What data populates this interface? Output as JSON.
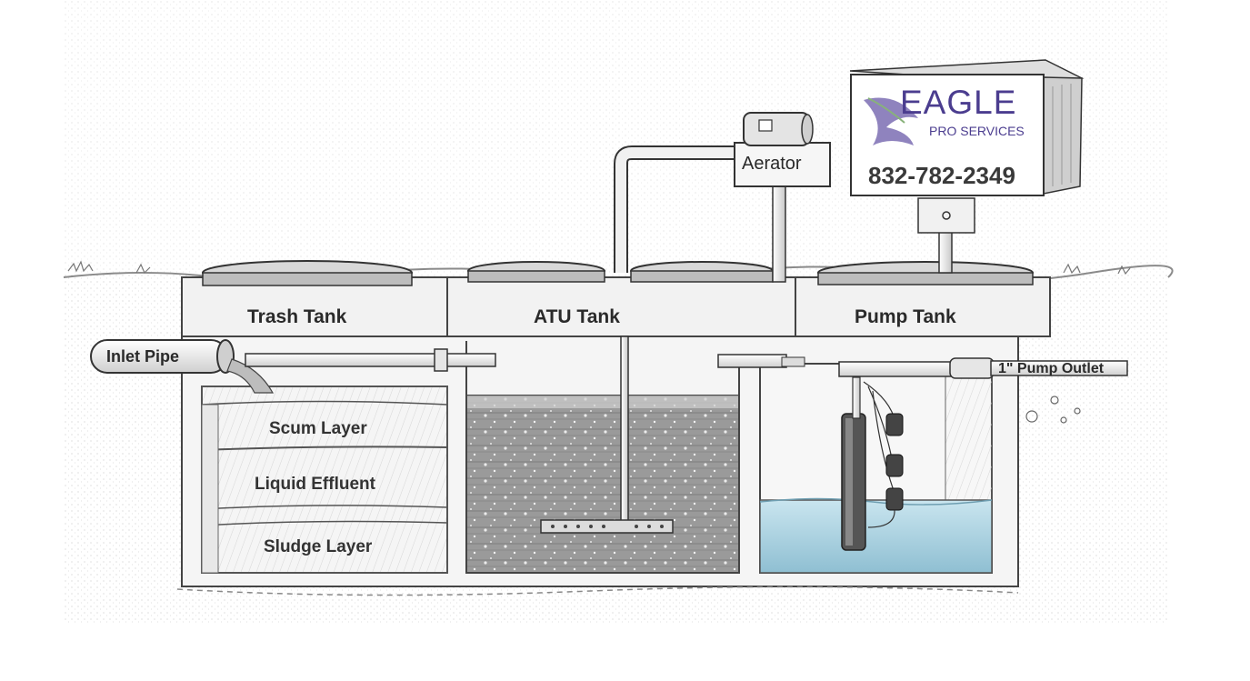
{
  "tanks": {
    "trash": "Trash Tank",
    "atu": "ATU Tank",
    "pump": "Pump Tank"
  },
  "layers": {
    "scum": "Scum Layer",
    "effluent": "Liquid Effluent",
    "sludge": "Sludge Layer"
  },
  "components": {
    "inlet_pipe": "Inlet Pipe",
    "aerator": "Aerator",
    "pump_outlet": "1\" Pump Outlet"
  },
  "sign": {
    "brand": "EAGLE",
    "tagline": "PRO SERVICES",
    "phone": "832-782-2349"
  },
  "colors": {
    "brand_purple": "#4b3d8f",
    "water_blue": "#a9d3e3",
    "ink": "#2a2a2a"
  }
}
